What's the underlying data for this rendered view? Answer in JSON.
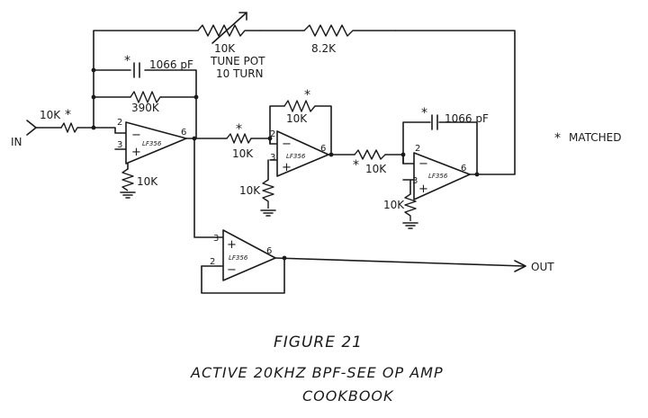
{
  "labels": {
    "input": "IN",
    "output": "OUT",
    "r_in": "10K",
    "r_tune": "10K",
    "tune_line1": "TUNE POT",
    "tune_line2": "10 TURN",
    "r_top_right": "8.2K",
    "c_fb1": "1066 pF",
    "r_fb1": "390K",
    "r_gnd1": "10K",
    "r_in2": "10K",
    "r_fb2": "10K",
    "r_gnd2": "10K",
    "r_in3": "10K",
    "c_fb3": "1066 pF",
    "r_gnd3": "10K",
    "note": "MATCHED",
    "opamp": "LF356",
    "star": "*"
  },
  "pins": {
    "p2": "2",
    "p3": "3",
    "p6": "6",
    "minus": "−",
    "plus": "+"
  },
  "captions": {
    "figure": "FIGURE 21",
    "line1": "ACTIVE 20KHZ BPF-SEE OP AMP",
    "line2": "COOKBOOK"
  }
}
